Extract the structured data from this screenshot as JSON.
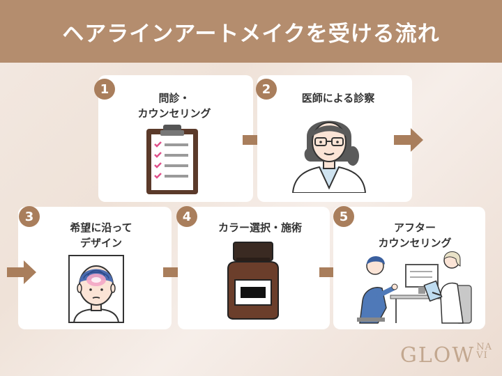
{
  "header": {
    "title": "ヘアラインアートメイクを受ける流れ"
  },
  "steps": [
    {
      "num": "1",
      "title_line1": "問診・",
      "title_line2": "カウンセリング",
      "icon": "clipboard-checklist-icon"
    },
    {
      "num": "2",
      "title_line1": "医師による診察",
      "title_line2": "",
      "icon": "doctor-icon"
    },
    {
      "num": "3",
      "title_line1": "希望に沿って",
      "title_line2": "デザイン",
      "icon": "head-design-icon"
    },
    {
      "num": "4",
      "title_line1": "カラー選択・施術",
      "title_line2": "",
      "icon": "pigment-bottle-icon"
    },
    {
      "num": "5",
      "title_line1": "アフター",
      "title_line2": "カウンセリング",
      "icon": "consultation-icon"
    }
  ],
  "logo": {
    "main": "GLOW",
    "sup_line1": "NA",
    "sup_line2": "VI"
  },
  "colors": {
    "header": "#b48d6e",
    "accent": "#a97e5c",
    "background": "#f3e9e2"
  }
}
